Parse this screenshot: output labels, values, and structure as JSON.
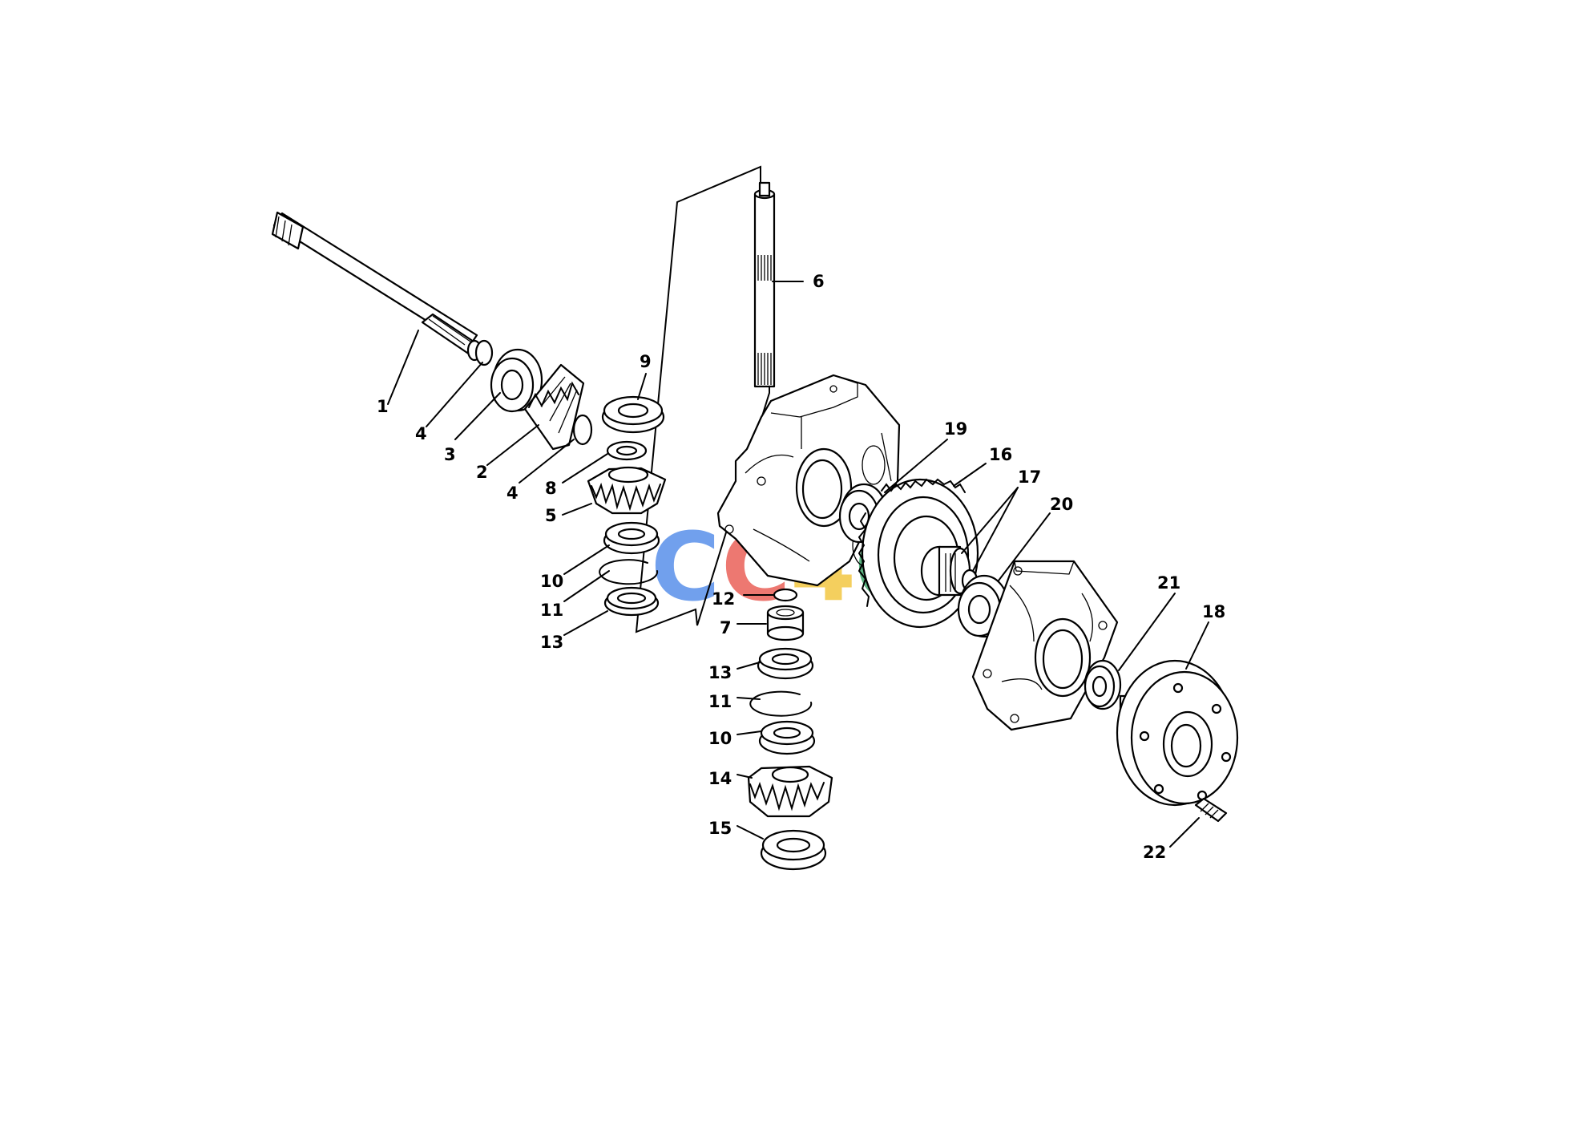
{
  "watermark": {
    "letters": [
      {
        "char": "C",
        "color": "#4a86e8"
      },
      {
        "char": "C",
        "color": "#e8534a"
      },
      {
        "char": "4",
        "color": "#f1c232"
      },
      {
        "char": "C",
        "color": "#2e9e5e"
      }
    ]
  },
  "callouts": {
    "c1": "1",
    "c2": "2",
    "c3": "3",
    "c4a": "4",
    "c4b": "4",
    "c5": "5",
    "c6": "6",
    "c7": "7",
    "c8": "8",
    "c9": "9",
    "c10a": "10",
    "c10b": "10",
    "c11a": "11",
    "c11b": "11",
    "c12": "12",
    "c13a": "13",
    "c13b": "13",
    "c14": "14",
    "c15": "15",
    "c16": "16",
    "c17": "17",
    "c18": "18",
    "c19": "19",
    "c20": "20",
    "c21": "21",
    "c22": "22"
  }
}
